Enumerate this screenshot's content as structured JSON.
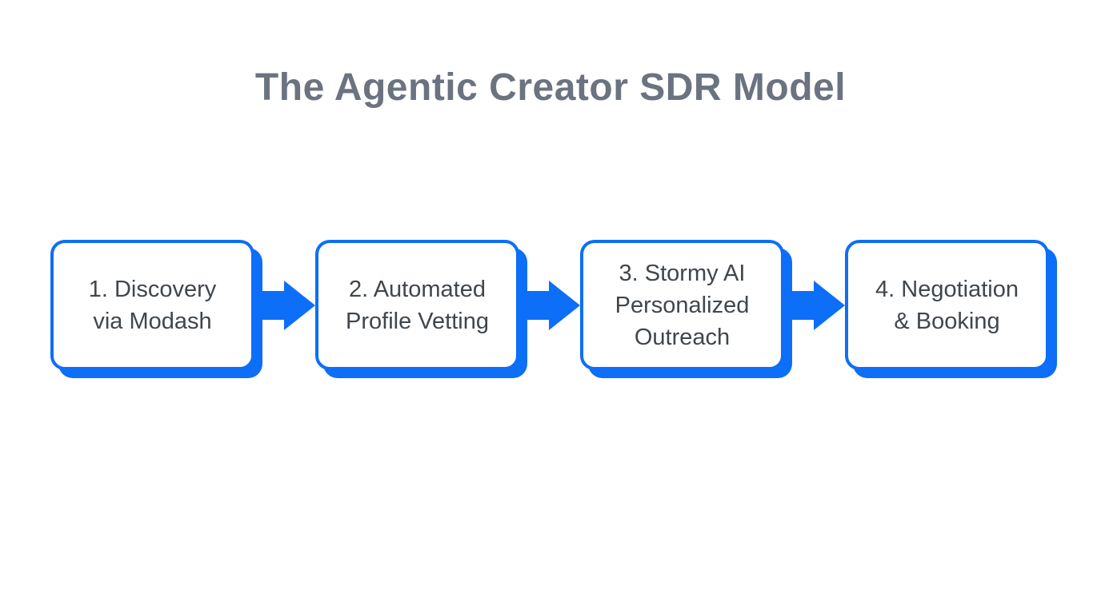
{
  "title": {
    "text": "The Agentic Creator SDR Model"
  },
  "colors": {
    "accent_blue": "#0d6ef8",
    "box_fill": "#ffffff",
    "text_dark": "#3f464d",
    "title_gray": "#6b7280",
    "page_bg": "#ffffff"
  },
  "flow": {
    "connector_icon": "arrow-right-icon",
    "steps": [
      {
        "label": "1. Discovery via Modash",
        "lines": [
          "1. Discovery",
          "via Modash"
        ]
      },
      {
        "label": "2. Automated Profile Vetting",
        "lines": [
          "2. Automated",
          "Profile Vetting"
        ]
      },
      {
        "label": "3. Stormy AI Personalized Outreach",
        "lines": [
          "3. Stormy AI",
          "Personalized",
          "Outreach"
        ]
      },
      {
        "label": "4. Negotiation & Booking",
        "lines": [
          "4. Negotiation",
          "& Booking"
        ]
      }
    ]
  }
}
